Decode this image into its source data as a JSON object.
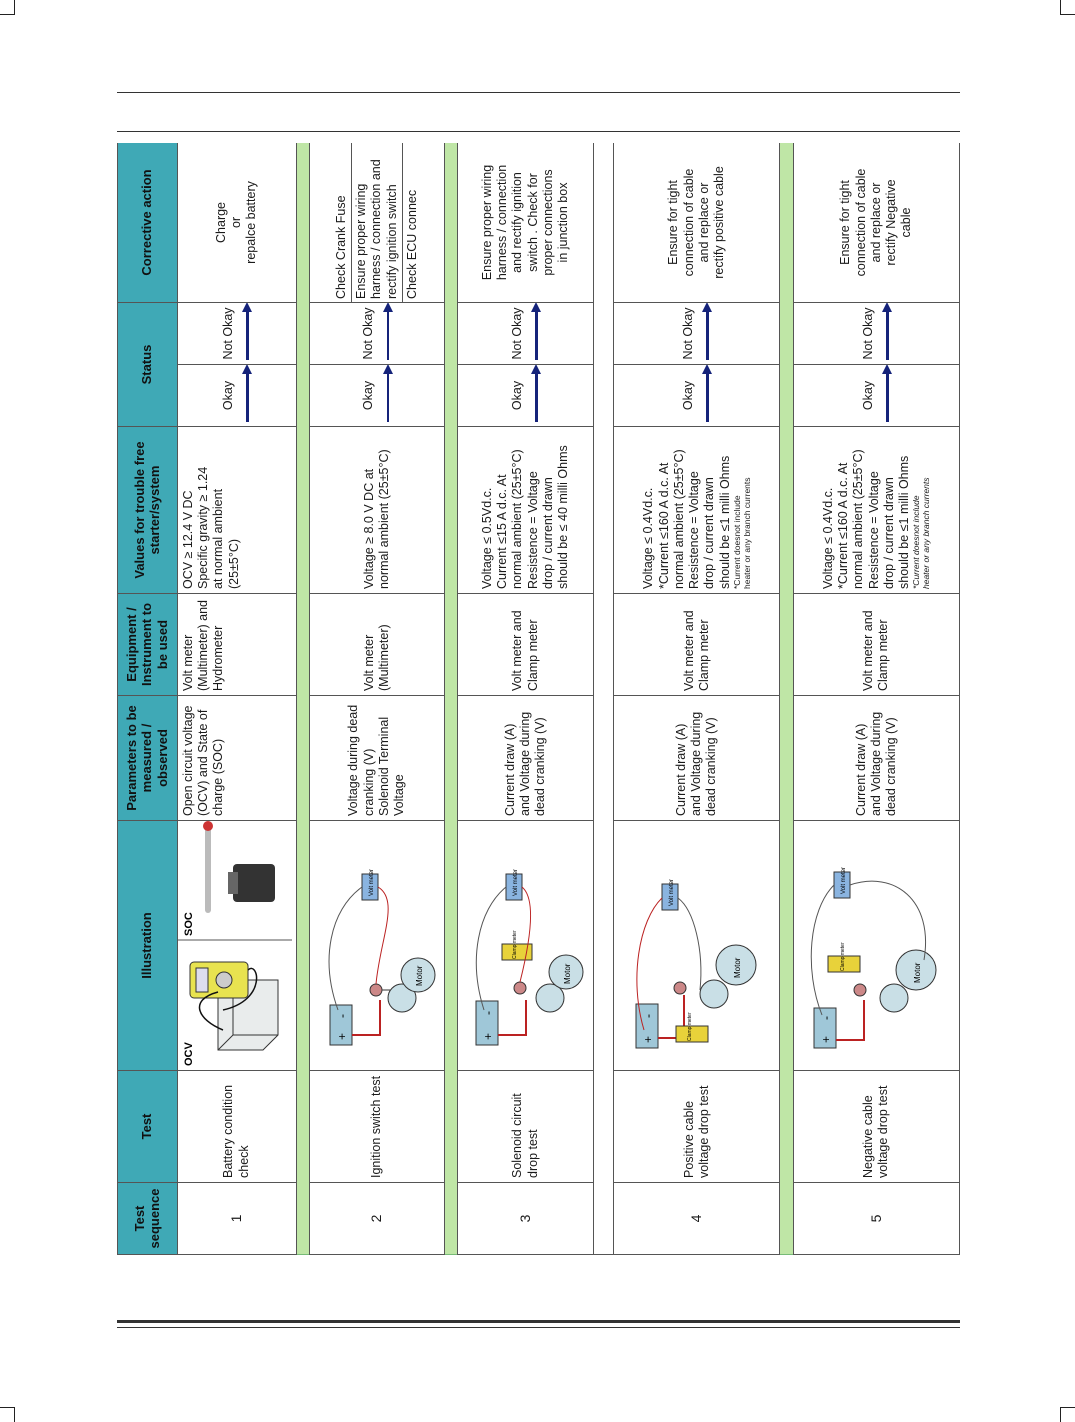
{
  "headers": {
    "seq": "Test sequence",
    "test": "Test",
    "illustration": "Illustration",
    "parameters": "Parameters to be measured / observed",
    "equipment": "Equipment / Instrument to be used",
    "values": "Values for trouble free starter/system",
    "status": "Status",
    "corrective": "Corrective action"
  },
  "rows": [
    {
      "seq": "1",
      "test": "Battery condition check",
      "ocv_label": "OCV",
      "soc_label": "SOC",
      "parameters": "Open circuit voltage (OCV) and State of charge (SOC)",
      "equipment": "Volt meter (Multimeter) and Hydrometer",
      "values": [
        "OCV ≥ 12.4 V DC",
        "Specific gravity ≥ 1.24",
        "at normal ambient",
        "(25±5°C)"
      ],
      "status_ok": "Okay",
      "status_not": "Not Okay",
      "corrective": [
        "Charge",
        "or",
        "repalce battery"
      ]
    },
    {
      "seq": "2",
      "test": "Ignition switch test",
      "parameters": "Voltage during dead cranking (V)",
      "parameters2": "Solenoid Terminal Voltage",
      "equipment": "Volt meter (Multimeter)",
      "values": [
        "Voltage ≥ 8.0 V DC at",
        "normal ambient (25±5°C)"
      ],
      "status_ok": "Okay",
      "status_not": "Not Okay",
      "corrective_lines": [
        "Check Crank Fuse",
        "Ensure proper wiring harness / connection and rectify ignition switch",
        "Check ECU connec"
      ]
    },
    {
      "seq": "3",
      "test": "Solenoid circuit drop test",
      "parameters": "Current draw (A) and Voltage during dead cranking (V)",
      "equipment": "Volt meter and Clamp meter",
      "values": [
        "Voltage ≤ 0.5Vd.c.",
        "Current ≤15 A d.c. At",
        "normal ambient (25±5°C)",
        "Resistence = Voltage",
        "drop / current drawn",
        "should be ≤ 40 milli Ohms"
      ],
      "status_ok": "Okay",
      "status_not": "Not Okay",
      "corrective": [
        "Ensure proper wiring",
        "harness / connection",
        "and rectify ignition",
        "switch . Check for",
        "proper connections",
        "in junction box"
      ]
    },
    {
      "seq": "4",
      "test": "Positive cable voltage drop test",
      "parameters": "Current draw (A) and Voltage during dead cranking (V)",
      "equipment": "Volt meter and Clamp meter",
      "values": [
        "Voltage ≤ 0.4Vd.c.",
        "*Current ≤160 A d.c. At",
        "normal ambient (25±5°C)",
        "Resistence = Voltage",
        "drop / current drawn",
        "should be ≤1 milli Ohms"
      ],
      "note": [
        "*Current doesnot include",
        "heater or any branch currents"
      ],
      "status_ok": "Okay",
      "status_not": "Not Okay",
      "corrective": [
        "Ensure for tight",
        "connection of cable",
        "and replace or",
        "rectify positive cable"
      ]
    },
    {
      "seq": "5",
      "test": "Negative cable voltage drop test",
      "parameters": "Current draw (A) and Voltage during dead cranking (V)",
      "equipment": "Volt meter and Clamp meter",
      "values": [
        "Voltage ≤ 0.4Vd.c.",
        "*Current ≤160 A d.c. At",
        "normal ambient (25±5°C)",
        "Resistence = Voltage",
        "drop / current drawn",
        "should be ≤1 milli Ohms"
      ],
      "note": [
        "*Current doesnot include",
        "heater or any branch currents"
      ],
      "status_ok": "Okay",
      "status_not": "Not Okay",
      "corrective": [
        "Ensure for tight",
        "connection of cable",
        "and replace or",
        "rectify Negative",
        "cable"
      ]
    }
  ],
  "diagram_labels": {
    "motor": "Motor",
    "volt": "Volt meter",
    "clamp": "Clamp meter",
    "plus": "+",
    "minus": "-"
  },
  "colors": {
    "header_bg": "#3fa9b6",
    "separator": "#bfe6a6",
    "arrow": "#15237a"
  }
}
